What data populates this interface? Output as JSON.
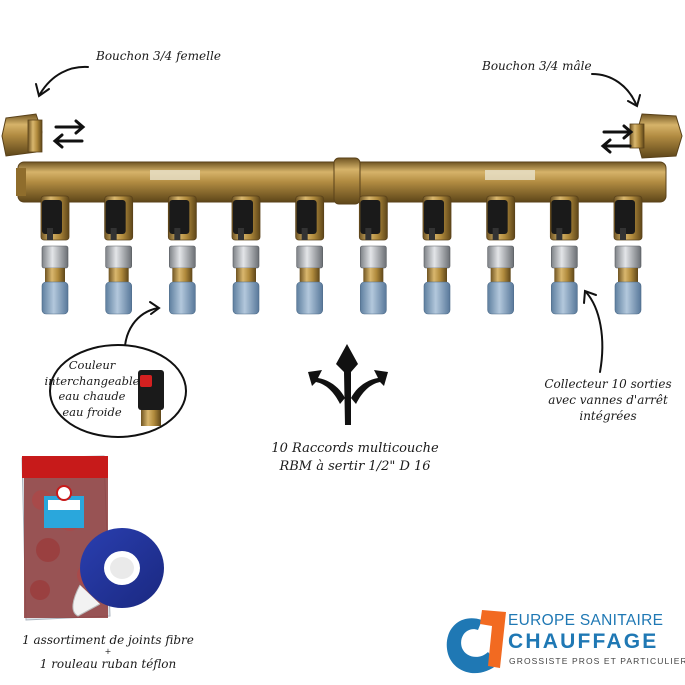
{
  "labels": {
    "cap_female": "Bouchon 3/4 femelle",
    "cap_male": "Bouchon 3/4 mâle",
    "color_lines": [
      "Couleur",
      "interchangeable",
      "eau chaude",
      "eau froide"
    ],
    "collector_lines": [
      "Collecteur 10 sorties",
      "avec vannes d'arrêt",
      "intégrées"
    ],
    "fittings_lines": [
      "10 Raccords multicouche",
      "RBM à sertir 1/2\" D 16"
    ],
    "kit_lines": [
      "1 assortiment de joints fibre",
      "+",
      "1 rouleau ruban téflon"
    ]
  },
  "brand": {
    "line1": "EUROPE SANITAIRE",
    "line2": "CHAUFFAGE",
    "tagline": "GROSSISTE PROS ET PARTICULIERS",
    "color_primary": "#1f78b4",
    "color_accent": "#f26a21"
  },
  "manifold": {
    "outlets": 10
  },
  "colors": {
    "brass": "#b08a3c",
    "valve_black": "#1a1a1a",
    "sleeve_blue": "#7fa2c4"
  }
}
